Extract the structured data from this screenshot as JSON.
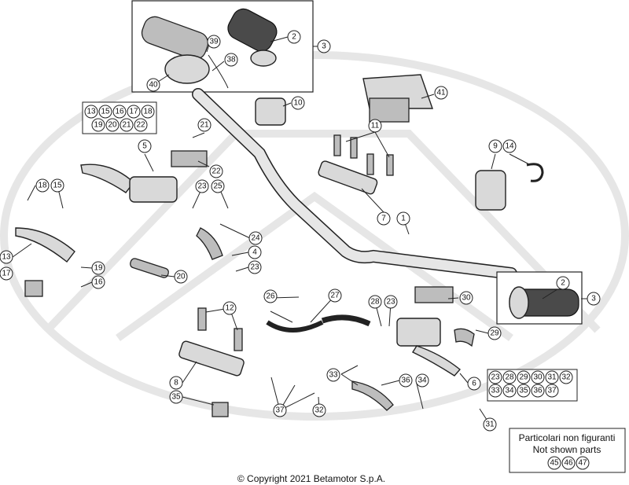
{
  "callouts": {
    "c1": "1",
    "c2a": "2",
    "c2b": "2",
    "c3a": "3",
    "c3b": "3",
    "c4": "4",
    "c5": "5",
    "c6": "6",
    "c7": "7",
    "c8": "8",
    "c9": "9",
    "c10": "10",
    "c11": "11",
    "c12": "12",
    "c13": "13",
    "c14": "14",
    "c15": "15",
    "c16": "16",
    "c17": "17",
    "c18": "18",
    "c19": "19",
    "c20": "20",
    "c21": "21",
    "c22": "22",
    "c23a": "23",
    "c23b": "23",
    "c23c": "23",
    "c24": "24",
    "c25": "25",
    "c26": "26",
    "c27": "27",
    "c28": "28",
    "c29": "29",
    "c30": "30",
    "c31": "31",
    "c32": "32",
    "c33": "33",
    "c34": "34",
    "c35": "35",
    "c36": "36",
    "c37": "37",
    "c38": "38",
    "c39": "39",
    "c40": "40",
    "c41": "41"
  },
  "kit_left": [
    "13",
    "15",
    "16",
    "17",
    "18",
    "19",
    "20",
    "21",
    "22"
  ],
  "kit_right": [
    "23",
    "28",
    "29",
    "30",
    "31",
    "32",
    "33",
    "34",
    "35",
    "36",
    "37"
  ],
  "not_shown": {
    "line1": "Particolari non figuranti",
    "line2": "Not shown parts",
    "parts": [
      "45",
      "46",
      "47"
    ]
  },
  "copyright": "© Copyright 2021 Betamotor S.p.A."
}
